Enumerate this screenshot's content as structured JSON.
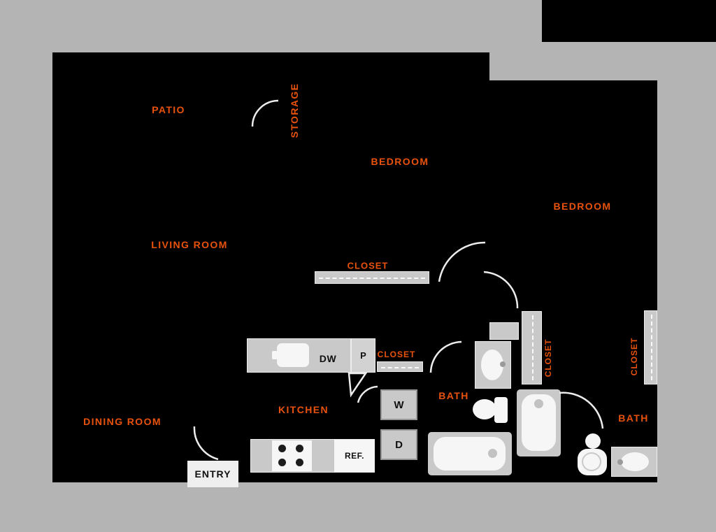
{
  "colors": {
    "background": "#b4b4b4",
    "walls": "#000000",
    "accent": "#e8520c",
    "fixture_gray": "#c9c9c9",
    "fixture_white": "#f6f6f6"
  },
  "rooms": {
    "patio": "PATIO",
    "storage": "STORAGE",
    "bedroom1": "BEDROOM",
    "bedroom2": "BEDROOM",
    "living": "LIVING ROOM",
    "closet_main": "CLOSET",
    "closet_hall": "CLOSET",
    "closet_linen": "CLOSET",
    "closet_bedroom2": "CLOSET",
    "dining": "DINING ROOM",
    "kitchen": "KITCHEN",
    "bath1": "BATH",
    "bath2": "BATH"
  },
  "appliances": {
    "entry": "ENTRY",
    "dishwasher": "DW",
    "pantry": "P",
    "washer": "W",
    "dryer": "D",
    "refrigerator": "REF."
  }
}
